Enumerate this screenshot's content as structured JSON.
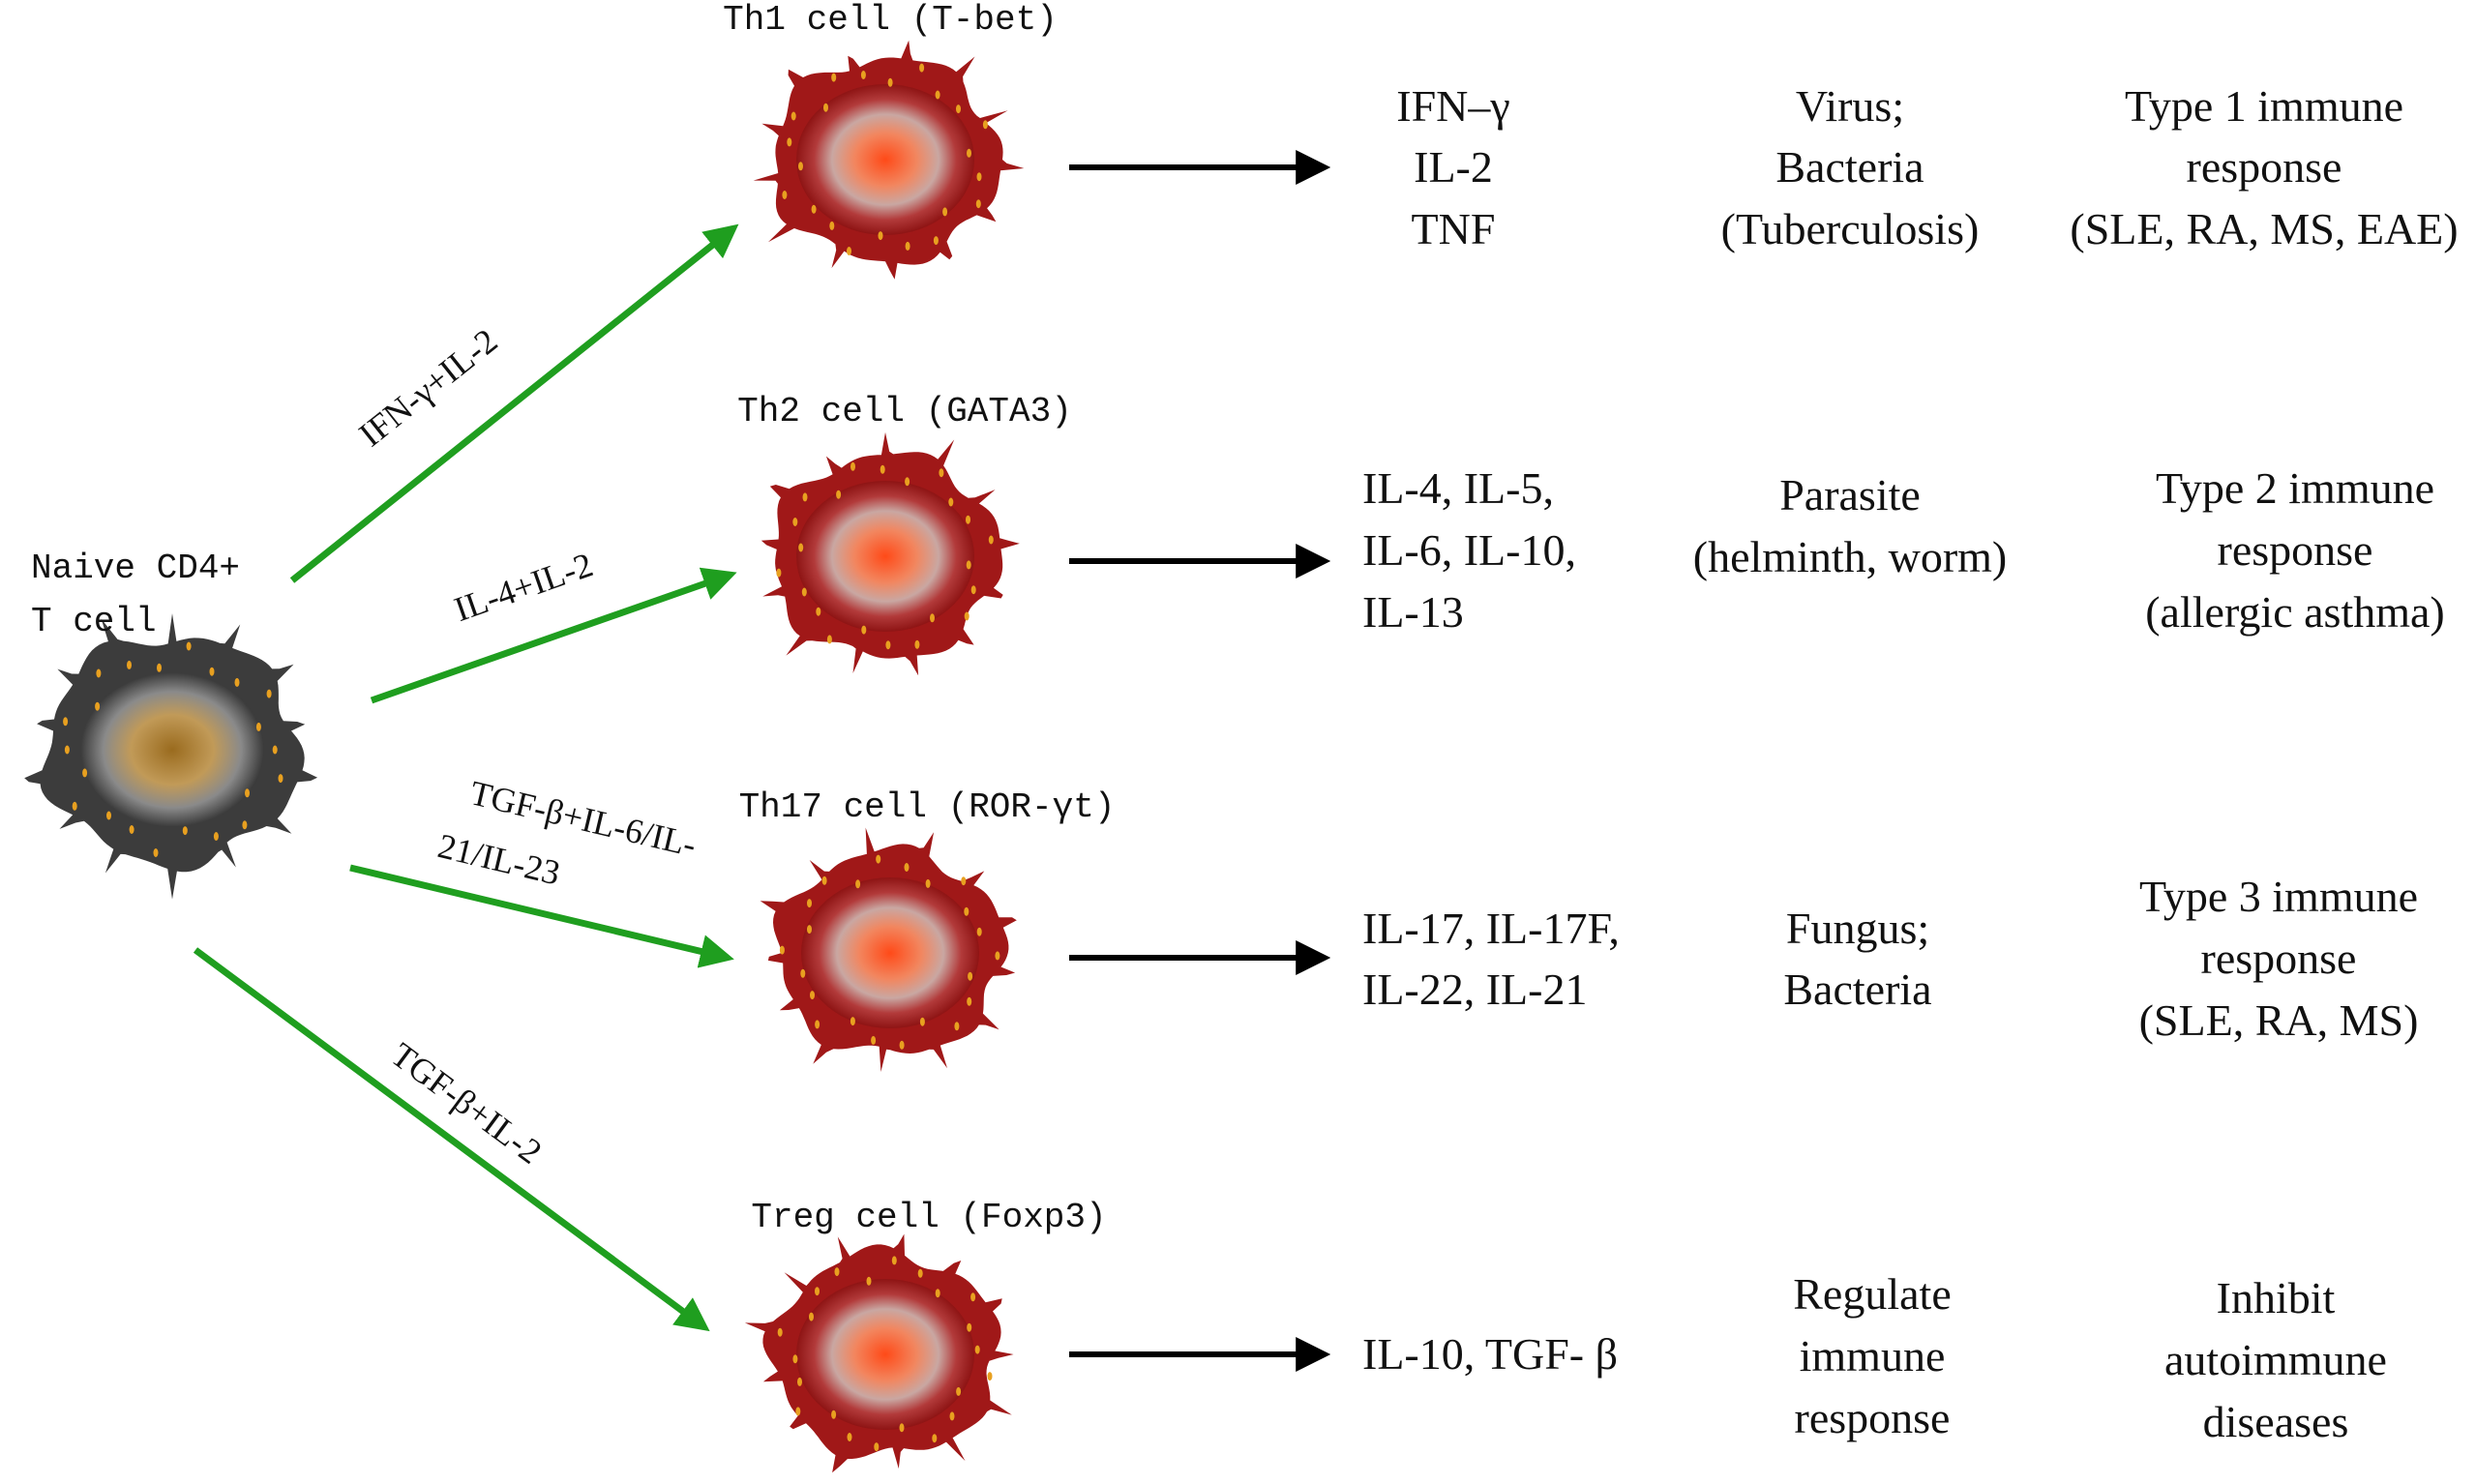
{
  "naive_cell": {
    "label_lines": [
      "Naive CD4+",
      "T cell"
    ]
  },
  "conditions": [
    "IFN-γ+IL-2",
    "IL-4+IL-2",
    "TGF-β+IL-6/IL-",
    "21/IL-23",
    "TGF-β+IL-2"
  ],
  "subsets": [
    {
      "name": "Th1 cell (T-bet)",
      "cytokines": [
        "IFN–γ",
        "IL-2",
        "TNF"
      ],
      "targets": [
        "Virus;",
        "Bacteria",
        "(Tuberculosis)"
      ],
      "outcome": [
        "Type 1 immune",
        "response",
        "(SLE, RA, MS, EAE)"
      ]
    },
    {
      "name": "Th2 cell (GATA3)",
      "cytokines": [
        "IL-4, IL-5,",
        "IL-6, IL-10,",
        "IL-13"
      ],
      "targets": [
        "Parasite",
        "(helminth, worm)"
      ],
      "outcome": [
        "Type 2 immune",
        "response",
        "(allergic asthma)"
      ]
    },
    {
      "name": "Th17 cell (ROR-γt)",
      "cytokines": [
        "IL-17, IL-17F,",
        "IL-22, IL-21"
      ],
      "targets": [
        "Fungus;",
        "Bacteria"
      ],
      "outcome": [
        "Type 3 immune",
        "response",
        "(SLE, RA, MS)"
      ]
    },
    {
      "name": "Treg cell (Foxp3)",
      "cytokines": [
        "IL-10, TGF- β"
      ],
      "targets": [
        "Regulate",
        "immune",
        "response"
      ],
      "outcome": [
        "Inhibit",
        "autoimmune",
        "diseases"
      ]
    }
  ],
  "colors": {
    "green_arrow": "#1f9e1f",
    "black_arrow": "#000000",
    "naive_body": "#3c3c3c",
    "naive_core": "#b78a45",
    "effector_body": "#a01818",
    "effector_core": "#ff5a2a",
    "dot": "#e8a020"
  }
}
